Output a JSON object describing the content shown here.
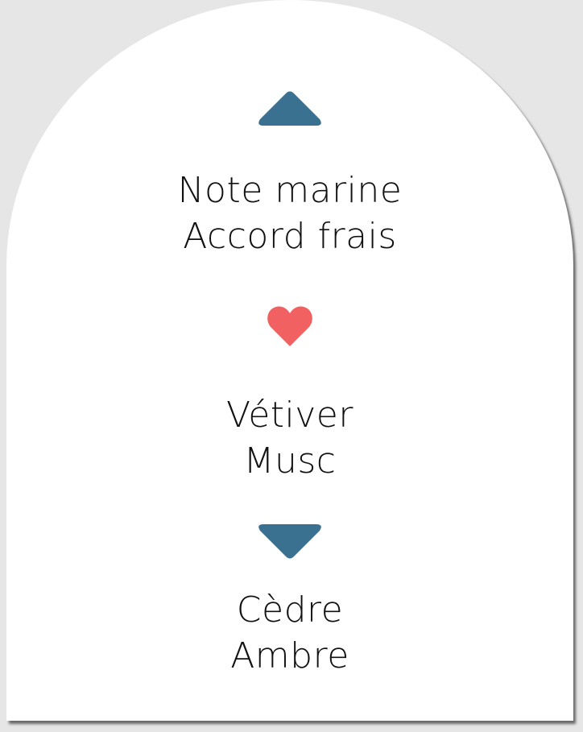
{
  "colors": {
    "background": "#e6e6e6",
    "card": "#ffffff",
    "triangle": "#3b7190",
    "heart": "#f26161",
    "text": "#111111"
  },
  "pyramid": {
    "top": {
      "icon": "triangle-up-icon",
      "lines": [
        "Note marine",
        "Accord frais"
      ]
    },
    "heart": {
      "icon": "heart-icon",
      "lines": [
        "Vétiver",
        "Musc"
      ]
    },
    "base": {
      "icon": "triangle-down-icon",
      "lines": [
        "Cèdre",
        "Ambre"
      ]
    }
  }
}
